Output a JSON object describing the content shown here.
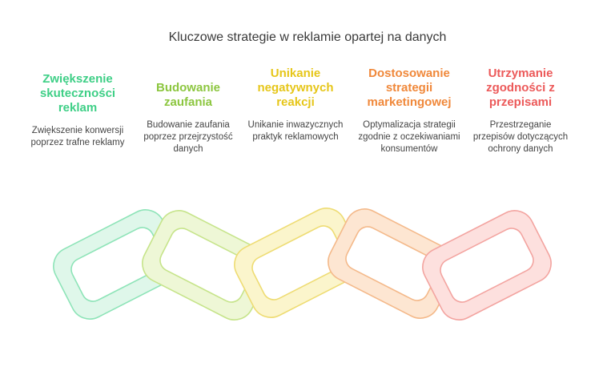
{
  "title": "Kluczowe strategie w reklamie opartej na danych",
  "items": [
    {
      "heading": "Zwiększenie skuteczności reklam",
      "description": "Zwiększenie konwersji poprzez trafne reklamy",
      "color": "#3ecf86",
      "fill": "#dff7ea",
      "stroke": "#8ee4b8"
    },
    {
      "heading": "Budowanie zaufania",
      "description": "Budowanie zaufania poprzez przejrzystość danych",
      "color": "#8cc63f",
      "fill": "#eef7d6",
      "stroke": "#c6e48a"
    },
    {
      "heading": "Unikanie negatywnych reakcji",
      "description": "Unikanie inwazycznych praktyk reklamowych",
      "color": "#e6c619",
      "fill": "#fbf5cc",
      "stroke": "#eedc73"
    },
    {
      "heading": "Dostosowanie strategii marketingowej",
      "description": "Optymalizacja strategii zgodnie z oczekiwaniami konsumentów",
      "color": "#f0883a",
      "fill": "#fde6d2",
      "stroke": "#f4b98a"
    },
    {
      "heading": "Utrzymanie zgodności z przepisami",
      "description": "Przestrzeganie przepisów dotyczących ochrony danych",
      "color": "#ec5a5a",
      "fill": "#fde0de",
      "stroke": "#f3a4a0"
    }
  ]
}
